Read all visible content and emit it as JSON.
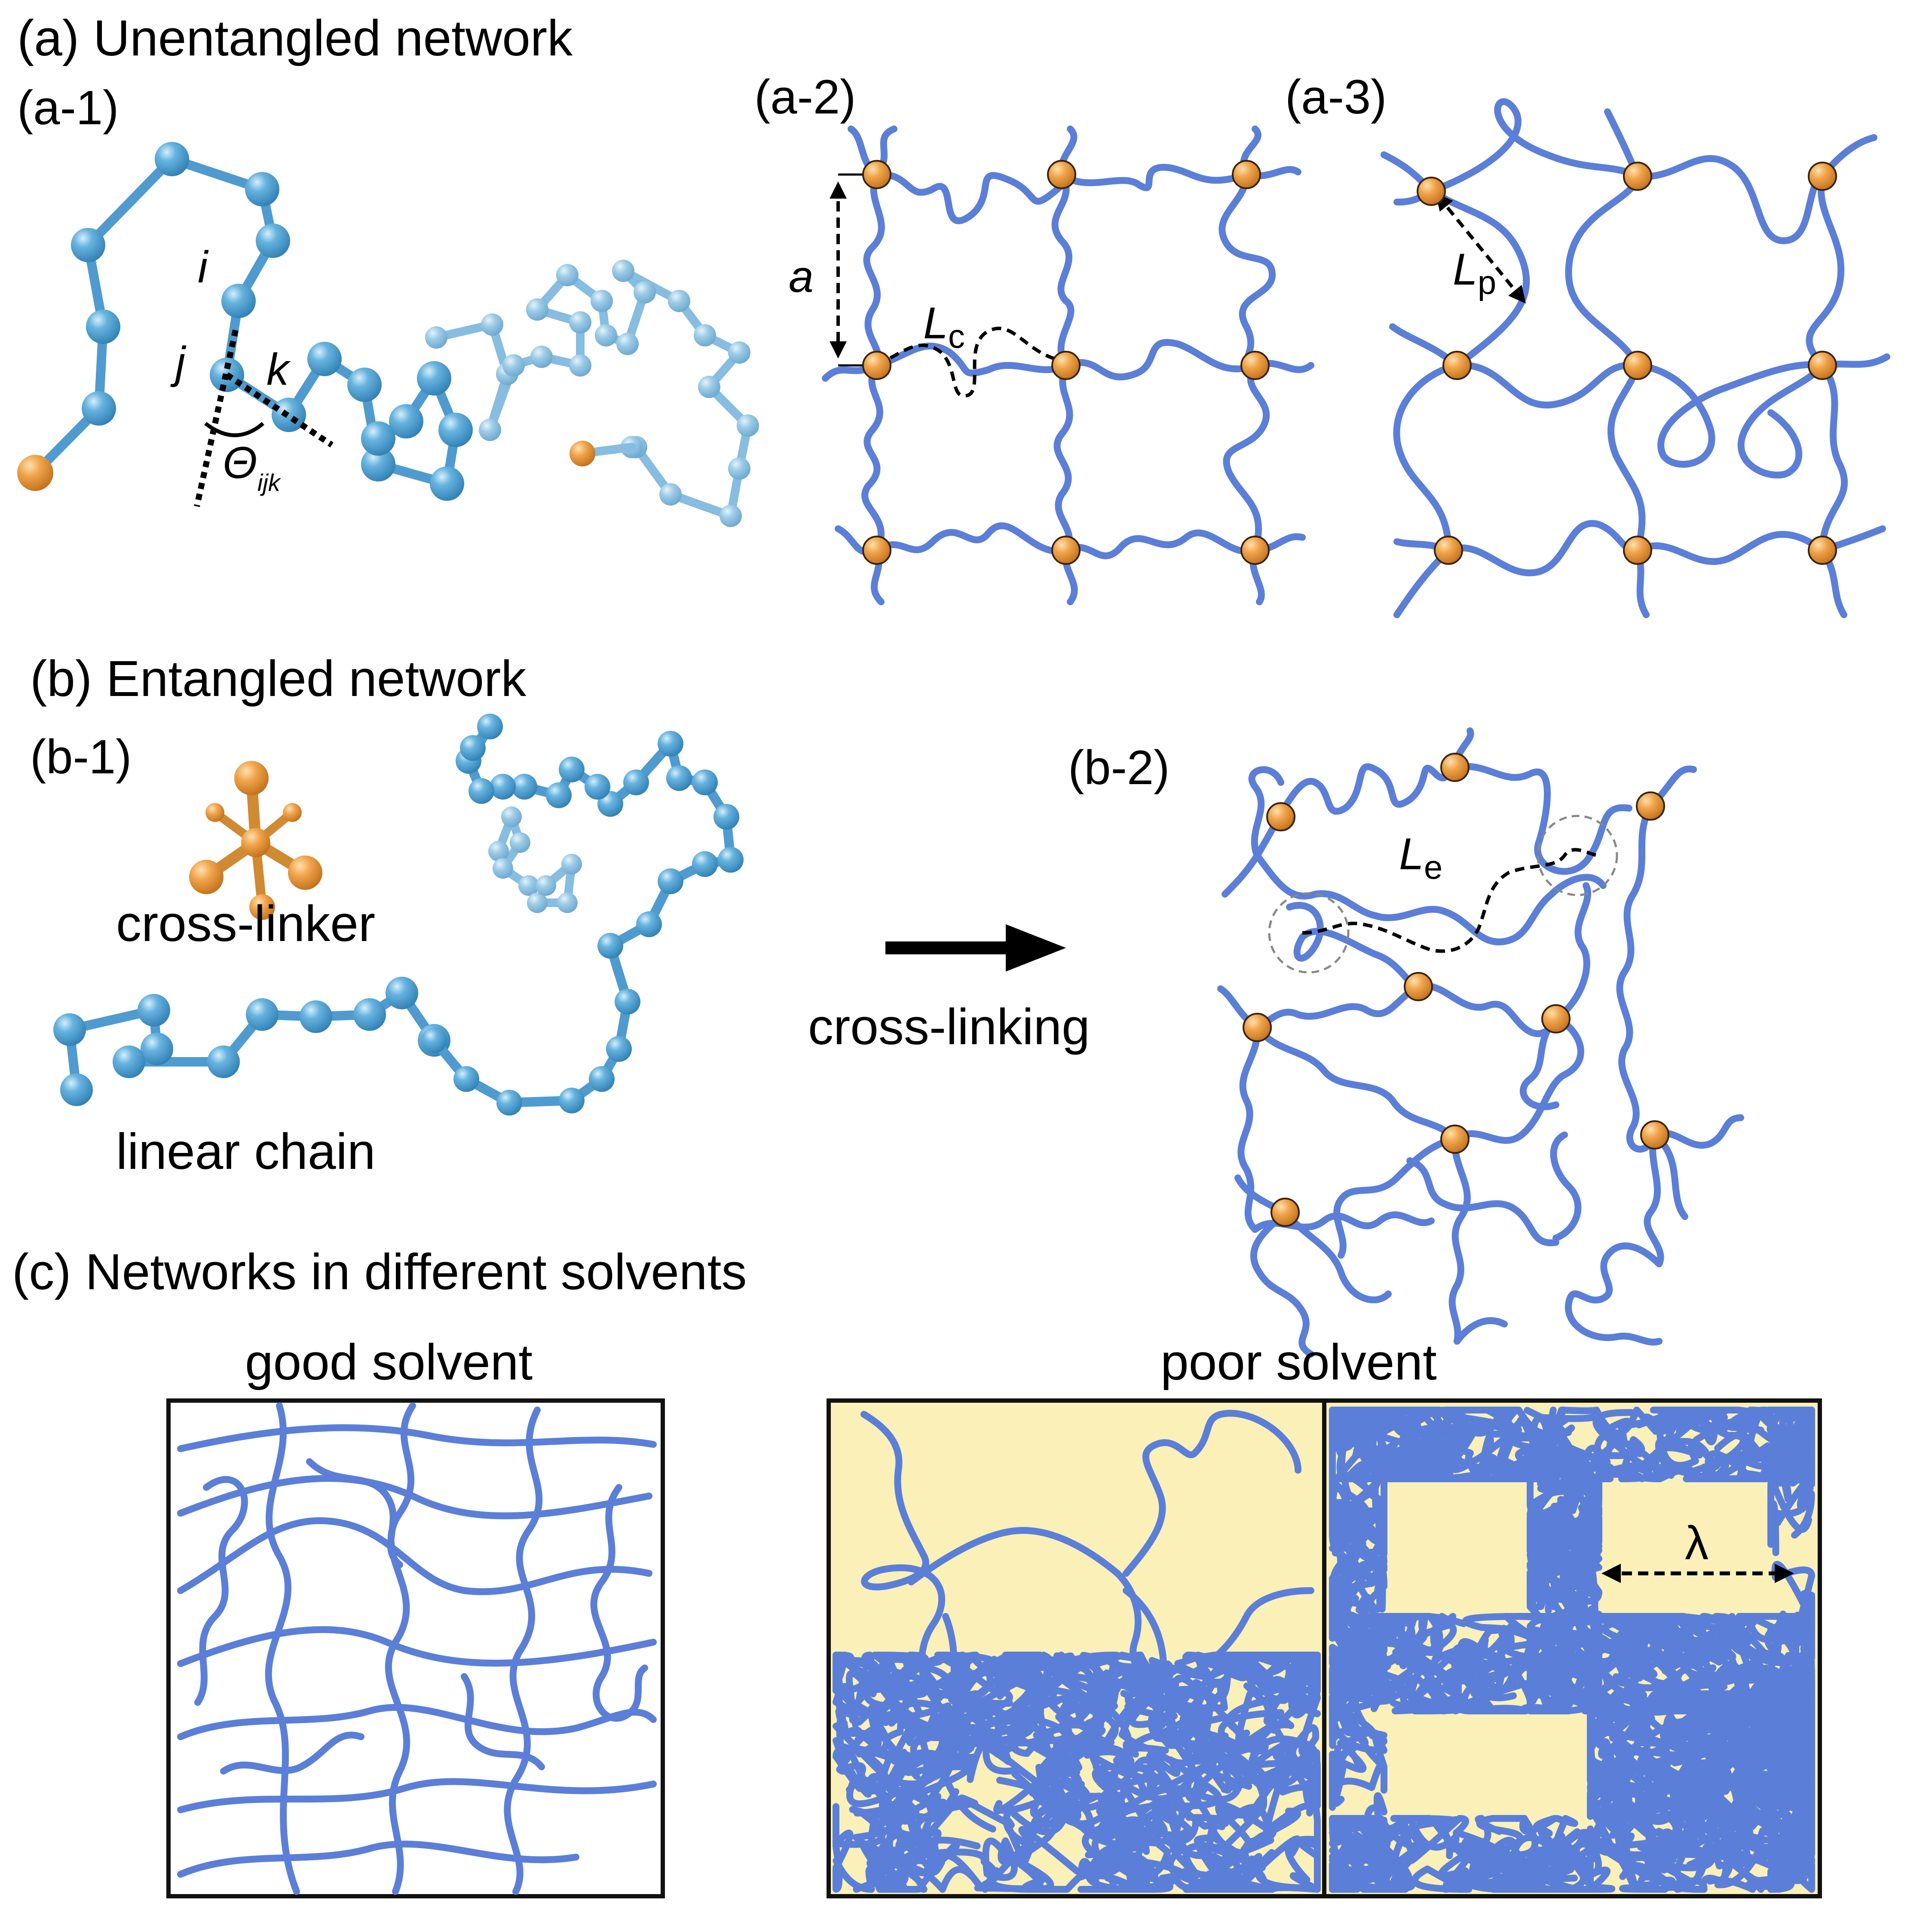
{
  "panels": {
    "a_title": "(a) Unentangled network",
    "a1": "(a-1)",
    "a2": "(a-2)",
    "a3": "(a-3)",
    "b_title": "(b) Entangled network",
    "b1": "(b-1)",
    "b2": "(b-2)",
    "c_title": "(c) Networks in different solvents"
  },
  "a1_labels": {
    "i": "i",
    "j": "j",
    "k": "k",
    "theta": "Θ",
    "theta_sub": "ijk"
  },
  "a2_labels": {
    "a": "a",
    "Lc": "L",
    "Lc_sub": "c"
  },
  "a3_labels": {
    "Lp": "L",
    "Lp_sub": "p"
  },
  "b_labels": {
    "cross_linker": "cross-linker",
    "linear_chain": "linear chain",
    "arrow_label": "cross-linking",
    "Le": "L",
    "Le_sub": "e"
  },
  "c_labels": {
    "good": "good solvent",
    "poor": "poor solvent",
    "lambda": "λ"
  },
  "colors": {
    "chain": "#5b7fd8",
    "bead": "#5aaad8",
    "crosslinker": "#e59a3c",
    "poor_bg": "#faf0b8",
    "frame": "#111111"
  }
}
